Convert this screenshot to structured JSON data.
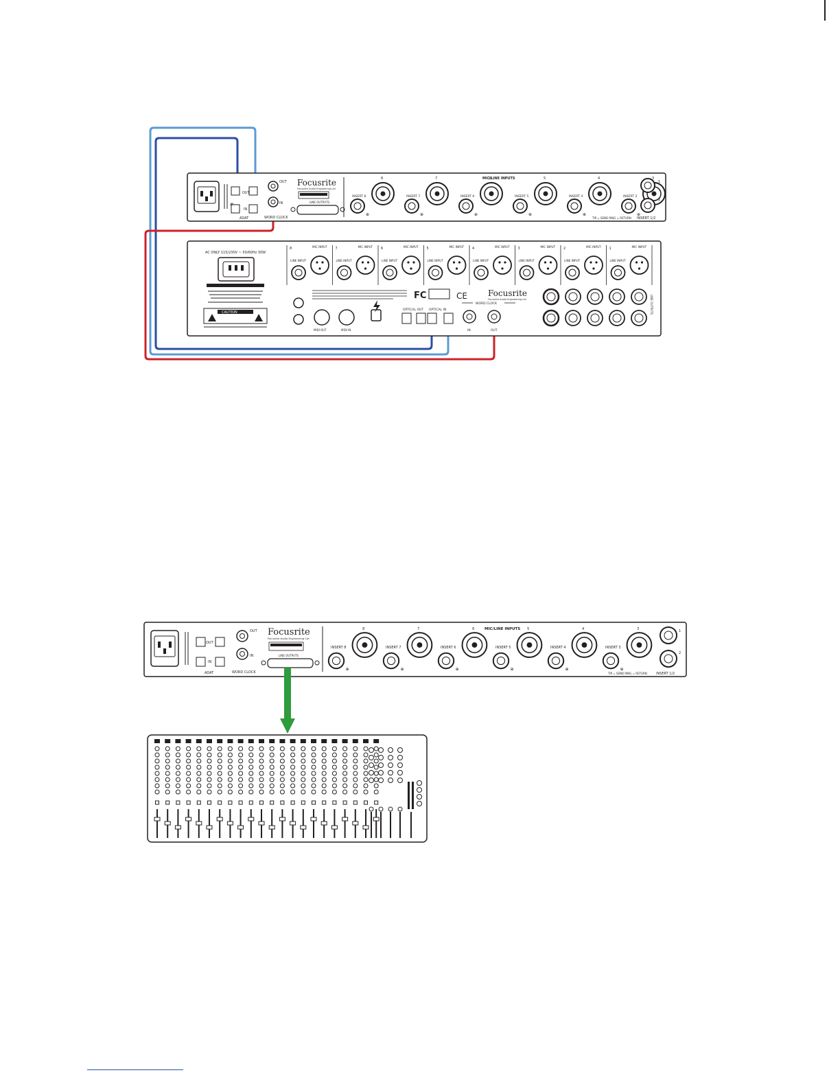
{
  "colors": {
    "optical_out_cable": "#2a4ea3",
    "optical_in_cable": "#5b9bd5",
    "word_clock_cable": "#cc2229",
    "line_out_arrow": "#2e9b3c",
    "outline": "#231f20"
  },
  "octopre_top": {
    "brand": "Focusrite",
    "tagline": "Focusrite Audio Engineering Ltd",
    "adat_label": "ADAT",
    "optical_out_label": "OUT",
    "optical_in_label": "IN",
    "word_clock_label": "WORD CLOCK",
    "wc_out_label": "OUT",
    "wc_in_label": "IN",
    "line_outputs_label": "LINE OUTPUTS",
    "mic_line_inputs_label": "MIC/LINE INPUTS",
    "inserts": [
      "INSERT 8",
      "INSERT 7",
      "INSERT 6",
      "INSERT 5",
      "INSERT 4",
      "INSERT 3"
    ],
    "channel_numbers": [
      "8",
      "7",
      "6",
      "5",
      "4",
      "3"
    ],
    "insert_12_label": "INSERT 1/2",
    "tip_ring_label": "TIP = SEND   RING = RETURN",
    "side_numbers": [
      "1",
      "2"
    ]
  },
  "interface": {
    "power_label": "AC ONLY 115/230V ~ 50/60Hz 30W",
    "caution_label": "CAUTION",
    "mic_input_label": "MIC INPUT",
    "line_input_label": "LINE INPUT",
    "channel_numbers": [
      "8",
      "7",
      "6",
      "5",
      "4",
      "3",
      "2",
      "1"
    ],
    "optical_out_label": "OPTICAL OUT",
    "optical_in_label": "OPTICAL IN",
    "word_clock_label": "WORD CLOCK",
    "wc_in_label": "IN",
    "wc_out_label": "OUT",
    "midi_out_label": "MIDI OUT",
    "midi_in_label": "MIDI IN",
    "brand": "Focusrite",
    "tagline": "Focusrite Audio Engineering Ltd",
    "fc_label": "FC",
    "ce_label": "CE",
    "line_outputs_label": "LINE OUTPUTS"
  },
  "octopre_bottom": {
    "brand": "Focusrite",
    "tagline": "Focusrite Audio Engineering Ltd",
    "adat_label": "ADAT",
    "optical_out_label": "OUT",
    "optical_in_label": "IN",
    "word_clock_label": "WORD CLOCK",
    "wc_out_label": "OUT",
    "wc_in_label": "IN",
    "line_outputs_label": "LINE OUTPUTS",
    "mic_line_inputs_label": "MIC/LINE INPUTS",
    "inserts": [
      "INSERT 8",
      "INSERT 7",
      "INSERT 6",
      "INSERT 5",
      "INSERT 4",
      "INSERT 3"
    ],
    "channel_numbers": [
      "8",
      "7",
      "6",
      "5",
      "4",
      "3"
    ],
    "insert_12_label": "INSERT 1/2",
    "tip_ring_label": "TIP = SEND   RING = RETURN",
    "side_numbers": [
      "1",
      "2"
    ]
  }
}
